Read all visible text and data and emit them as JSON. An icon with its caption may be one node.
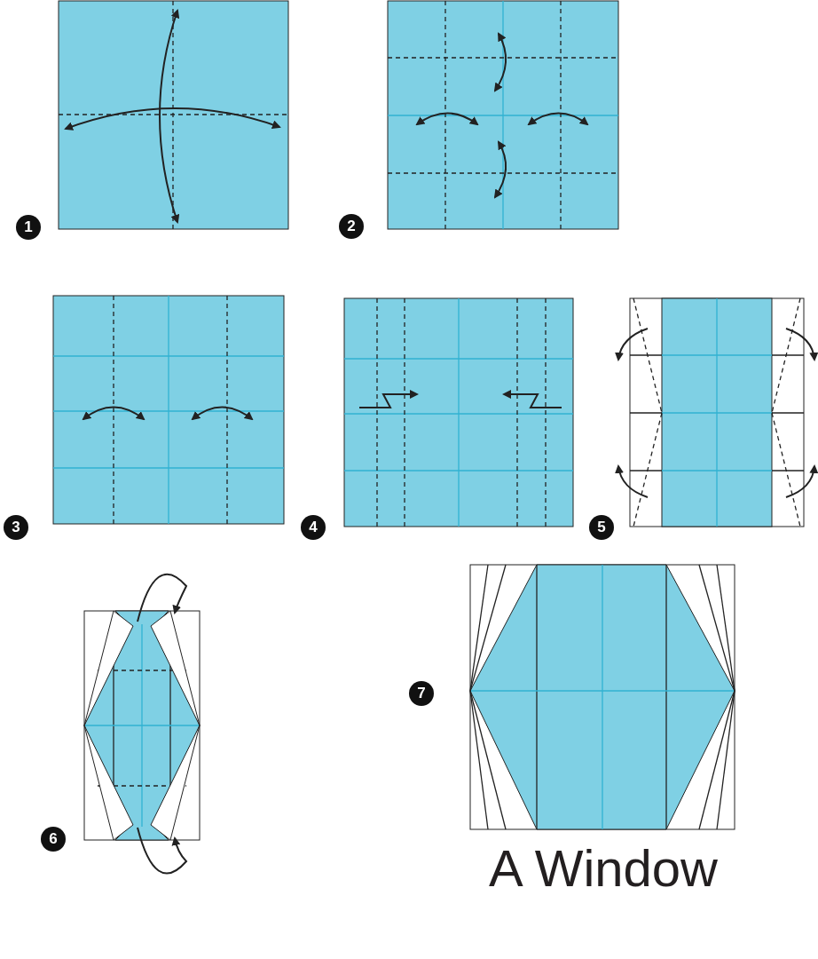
{
  "diagram": {
    "title": "A Window",
    "labels": [
      "1",
      "2",
      "3",
      "4",
      "5",
      "6",
      "7"
    ]
  }
}
